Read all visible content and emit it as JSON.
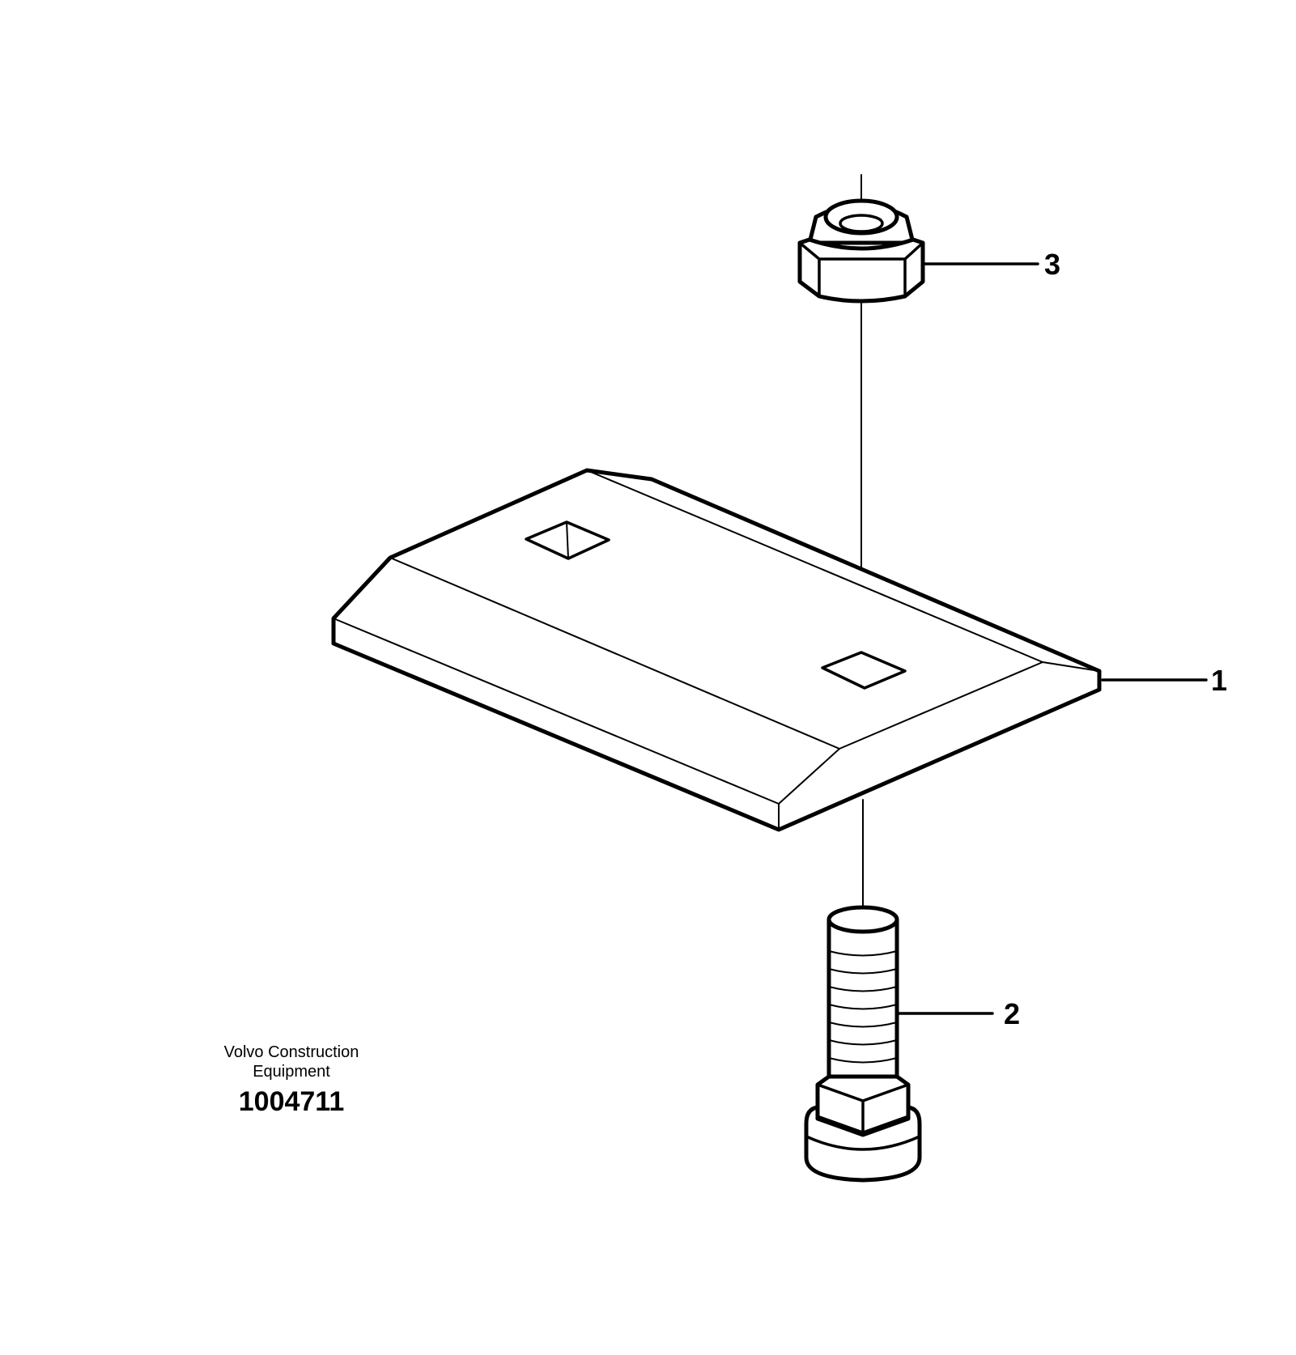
{
  "callouts": [
    {
      "label": "1",
      "part": "plate"
    },
    {
      "label": "2",
      "part": "bolt"
    },
    {
      "label": "3",
      "part": "nut"
    }
  ],
  "imprint": {
    "line1": "Volvo Construction",
    "line2": "Equipment",
    "code": "1004711"
  }
}
